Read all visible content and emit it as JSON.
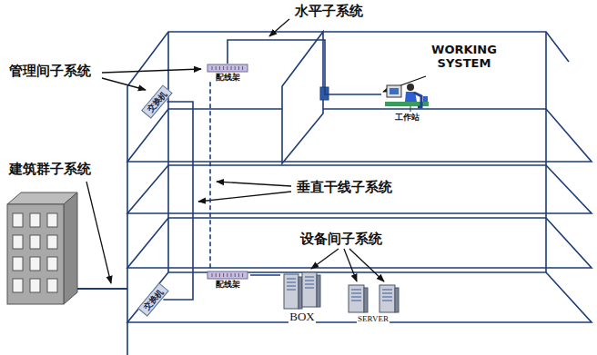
{
  "diagram": {
    "nodes": [
      {
        "text": [
          "配线架"
        ]
      },
      {
        "text": [
          "交换机"
        ]
      },
      {
        "text": [
          "工作站"
        ]
      },
      {
        "text": [
          "配线架"
        ]
      },
      {
        "text": [
          "交换机"
        ]
      },
      {
        "text": [
          "BOX"
        ]
      },
      {
        "text": [
          "SERVER"
        ]
      }
    ],
    "edges": [
      {
        "from": 0,
        "to": 2,
        "arrow": "none"
      },
      {
        "from": 0,
        "to": 3,
        "arrow": "none"
      },
      {
        "from": 3,
        "to": 5,
        "arrow": "none"
      },
      {
        "from": 1,
        "to": 4,
        "arrow": "none"
      }
    ],
    "labels": [
      "水平子系统",
      "管理间子系统",
      "WORKING SYSTEM",
      "建筑群子系统",
      "垂直干线子系统",
      "设备间子系统"
    ]
  }
}
